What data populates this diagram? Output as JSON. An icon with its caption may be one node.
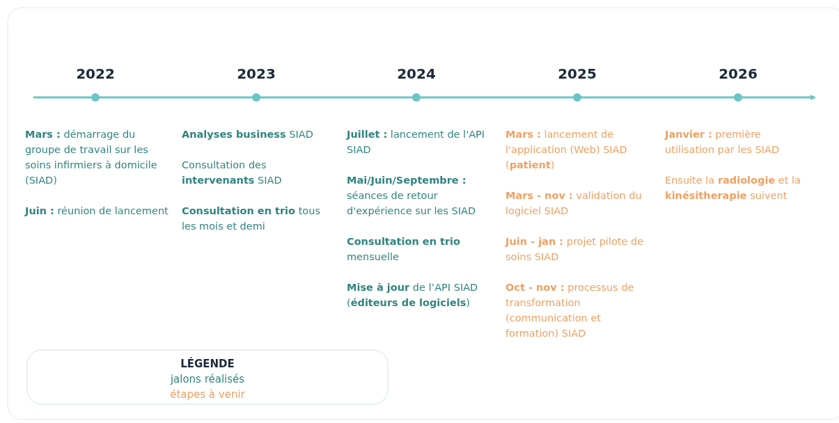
{
  "diagram": {
    "labels": [
      "2022",
      "2023",
      "2024",
      "2025",
      "2026",
      "**Mars :** démarrage du groupe de travail sur les soins infirmiers à domicile (SIAD)",
      "**Juin :** réunion de lancement",
      "**Analyses business** SIAD",
      "Consultation des **intervenants** SIAD",
      "**Consultation en trio** tous les mois et demi",
      "**Juillet :** lancement de l'API SIAD",
      "**Mai/Juin/Septembre :** séances de retour d'expérience sur les SIAD",
      "**Consultation en trio** mensuelle",
      "**Mise à jour** de l’API SIAD (**éditeurs de logiciels**)",
      "**Mars :** lancement de l'application (Web) SIAD (**patient**)",
      "**Mars - nov :** validation du logiciel SIAD",
      "**Juin - jan :** projet pilote de soins SIAD",
      "**Oct - nov :** processus de transformation (communication et formation) SIAD",
      "**Janvier :** première utilisation par les SIAD",
      "Ensuite la **radiologie** et la **kinésitherapie** suivent",
      "LÉGENDE"
    ],
    "legend": [
      {
        "text": "jalons réalisés",
        "color": "#2f8580"
      },
      {
        "text": "étapes à venir",
        "color": "#f0a063"
      }
    ]
  }
}
